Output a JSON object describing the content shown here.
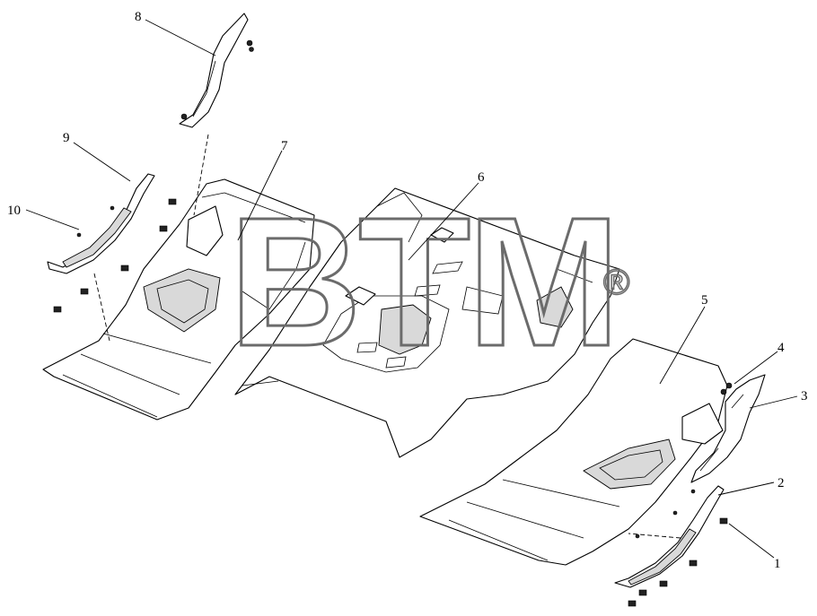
{
  "diagram": {
    "watermark": "BTM",
    "watermark_mark": "®",
    "callouts": [
      "1",
      "2",
      "3",
      "4",
      "5",
      "6",
      "7",
      "8",
      "9",
      "10"
    ]
  }
}
